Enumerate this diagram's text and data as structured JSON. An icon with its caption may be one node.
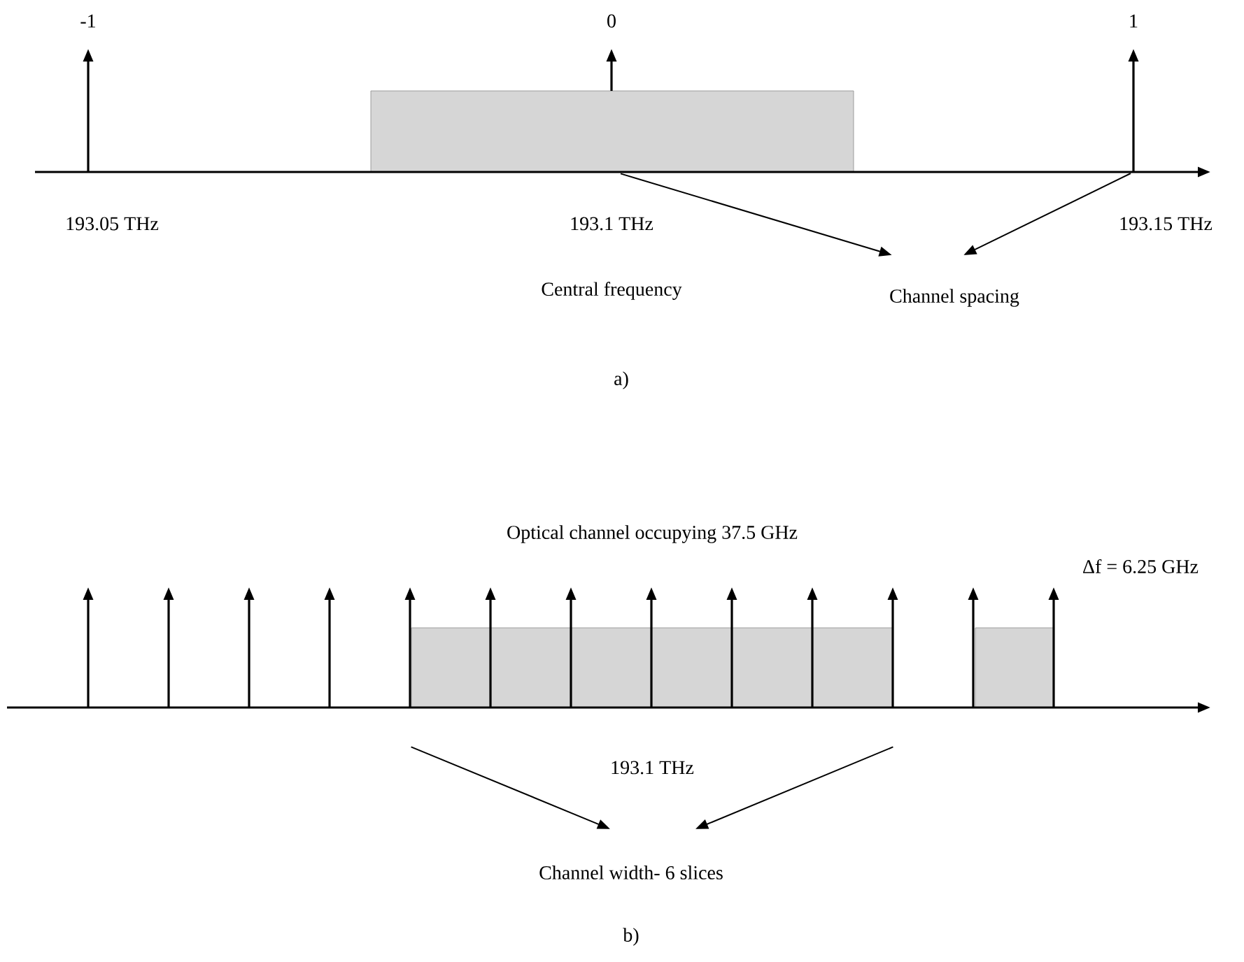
{
  "diagram": {
    "nodes": [
      {
        "text": [],
        "shape": "box",
        "beside": [
          "193.1 THz"
        ]
      },
      {
        "text": [
          "Channel spacing"
        ]
      },
      {
        "text": [],
        "shape": "box",
        "beside": [
          "193.1 THz"
        ]
      },
      {
        "text": [],
        "shape": "box",
        "beside": [
          "Δf = 6.25 GHz"
        ]
      },
      {
        "text": [
          "Channel width- 6 slices"
        ]
      }
    ],
    "edges": [
      {
        "from": 0,
        "to": 1,
        "arrow": "to"
      },
      {
        "from": null,
        "to": 1,
        "arrow": "to"
      },
      {
        "from": 2,
        "to": 4,
        "arrow": "to"
      },
      {
        "from": 2,
        "to": 4,
        "arrow": "to"
      }
    ],
    "labels": [
      "-1",
      "0",
      "1",
      "193.05 THz",
      "193.15 THz",
      "Central frequency",
      "a)",
      "Optical channel occupying 37.5 GHz",
      "b)"
    ]
  }
}
